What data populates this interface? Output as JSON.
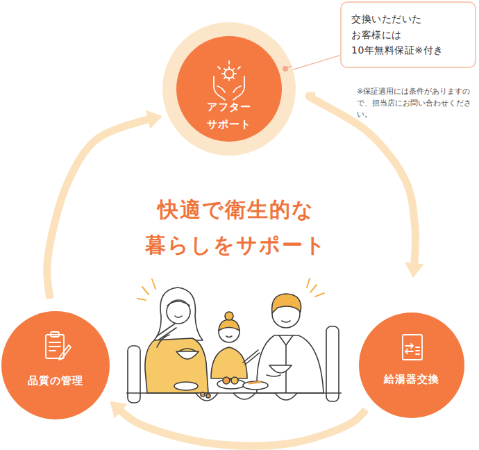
{
  "diagram": {
    "title": "快適で衛生的な 暮らしをサポート",
    "nodes": [
      {
        "text": [
          "アフター サポート"
        ]
      },
      {
        "text": [
          "給湯器交換"
        ]
      },
      {
        "text": [
          "品質の管理"
        ]
      },
      {
        "text": [
          "交換いただいた お客様には 10年無料保証※付き"
        ]
      }
    ],
    "edges": [
      {
        "from": 0,
        "to": 1,
        "arrow": "to"
      },
      {
        "from": 1,
        "to": 2,
        "arrow": "to"
      },
      {
        "from": 2,
        "to": 0,
        "arrow": "to"
      },
      {
        "from": 3,
        "to": 0,
        "arrow": "none"
      }
    ],
    "labels": [
      "※保証適用には条件がありますので、担当店にお問い合わせください。"
    ]
  }
}
